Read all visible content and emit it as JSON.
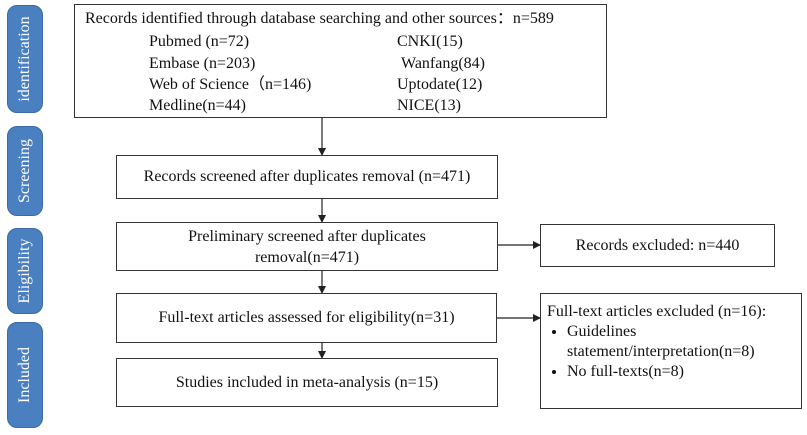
{
  "sidebar": {
    "identification": "identification",
    "screening": "Screening",
    "eligibility": "Eligibility",
    "included": "Included"
  },
  "identification": {
    "title": "Records identified through database searching and other sources：n=589",
    "sources_left": [
      "Pubmed (n=72)",
      "Embase (n=203)",
      "Web of Science（n=146)",
      "Medline(n=44)"
    ],
    "sources_right": [
      "CNKI(15)",
      "Wanfang(84)",
      "Uptodate(12)",
      "NICE(13)"
    ]
  },
  "screening": {
    "text": "Records screened after duplicates removal (n=471)"
  },
  "preliminary": {
    "line1": "Preliminary screened after duplicates",
    "line2": "removal(n=471)"
  },
  "excluded1": {
    "text": "Records excluded: n=440"
  },
  "fulltext": {
    "text": "Full-text articles assessed for eligibility(n=31)"
  },
  "excluded2": {
    "title": "Full-text articles excluded (n=16):",
    "items": [
      "Guidelines statement/interpretation(n=8)",
      "No full-texts(n=8)"
    ]
  },
  "included": {
    "text": "Studies included in meta-analysis (n=15)"
  }
}
